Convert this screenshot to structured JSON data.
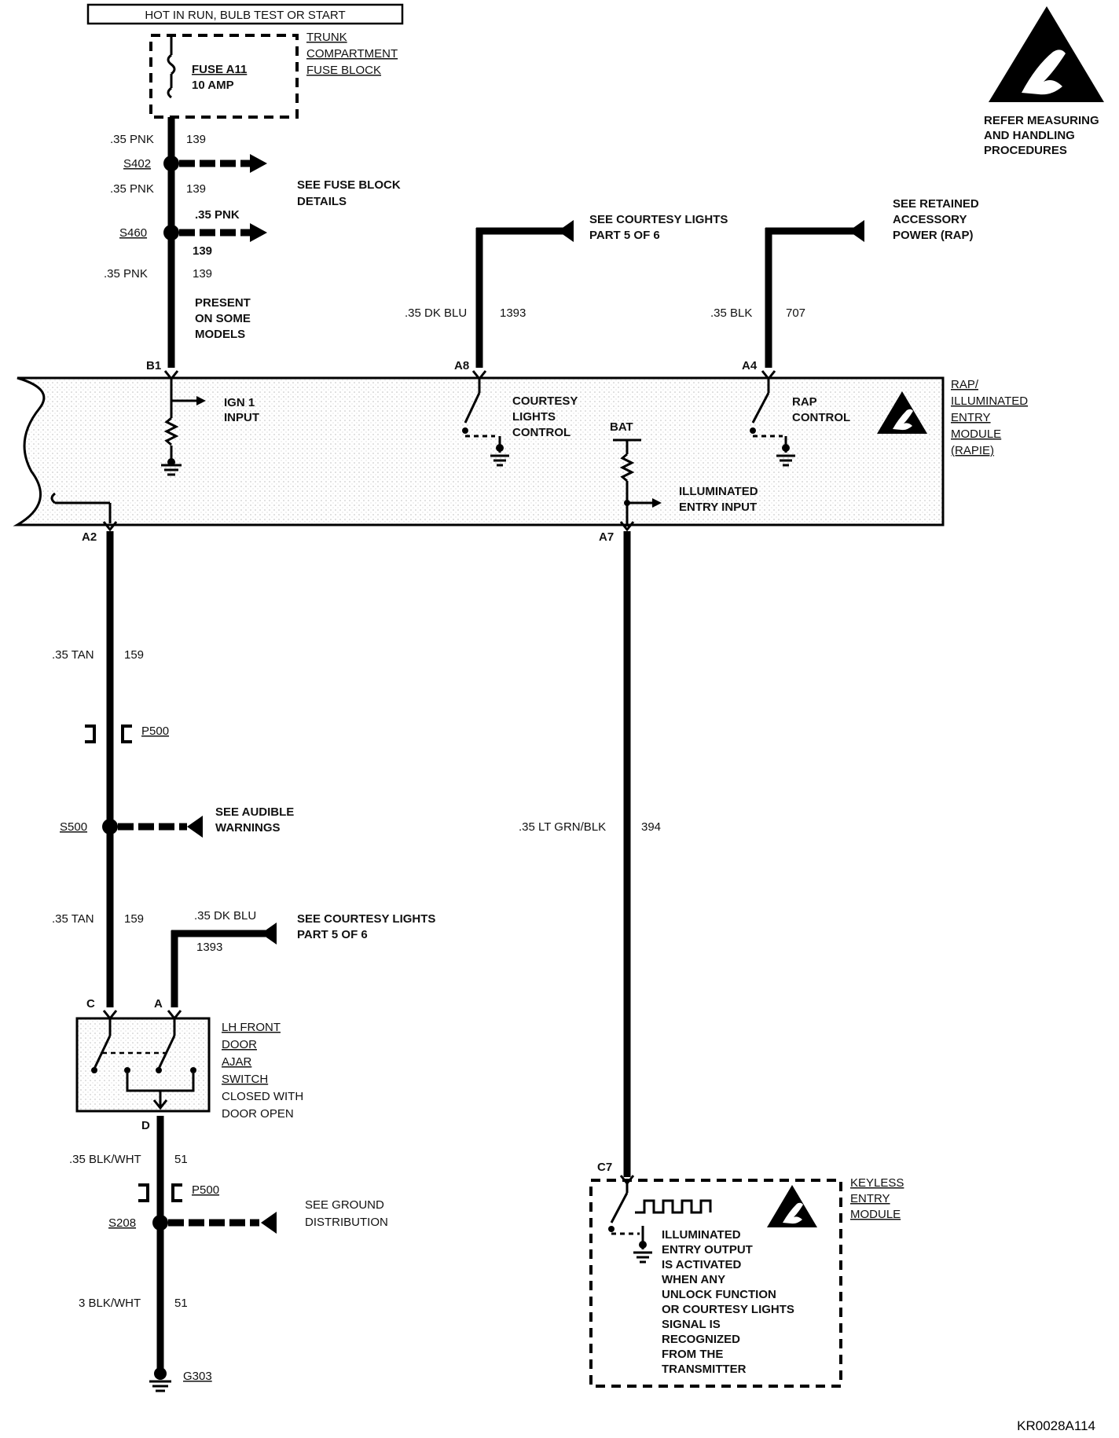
{
  "header": {
    "power_label": "HOT IN RUN,  BULB TEST OR START"
  },
  "fuse_block": {
    "title": [
      "TRUNK",
      "COMPARTMENT",
      "FUSE BLOCK"
    ],
    "fuse_name": "FUSE A11",
    "fuse_rating": "10 AMP"
  },
  "esd_note": [
    "REFER MEASURING",
    "AND HANDLING",
    "PROCEDURES"
  ],
  "top_wires": {
    "wire1_gauge": ".35 PNK",
    "wire1_circuit": "139",
    "s402": "S402",
    "wire2_gauge": ".35 PNK",
    "wire2_circuit": "139",
    "fuse_block_details": [
      "SEE FUSE BLOCK",
      "DETAILS"
    ],
    "s460": "S460",
    "s460_gauge": ".35 PNK",
    "s460_circuit": "139",
    "wire3_gauge": ".35 PNK",
    "wire3_circuit": "139",
    "present_note": [
      "PRESENT",
      "ON SOME",
      "MODELS"
    ]
  },
  "courtesy_ref_top": [
    "SEE COURTESY LIGHTS",
    "PART 5 OF 6"
  ],
  "rap_ref": [
    "SEE RETAINED",
    "ACCESSORY",
    "POWER (RAP)"
  ],
  "a8_wire": {
    "gauge": ".35 DK BLU",
    "circuit": "1393"
  },
  "a4_wire": {
    "gauge": ".35 BLK",
    "circuit": "707"
  },
  "module": {
    "pins": {
      "b1": "B1",
      "a8": "A8",
      "a4": "A4",
      "a2": "A2",
      "a7": "A7"
    },
    "ign_input": [
      "IGN 1",
      "INPUT"
    ],
    "courtesy_control": [
      "COURTESY",
      "LIGHTS",
      "CONTROL"
    ],
    "rap_control": [
      "RAP",
      "CONTROL"
    ],
    "bat": "BAT",
    "illum_input": [
      "ILLUMINATED",
      "ENTRY INPUT"
    ],
    "name": [
      "RAP/",
      "ILLUMINATED",
      "ENTRY",
      "MODULE",
      "(RAPIE)"
    ]
  },
  "left_wires": {
    "tan1_gauge": ".35 TAN",
    "tan1_circuit": "159",
    "p500_a": "P500",
    "s500": "S500",
    "audible_ref": [
      "SEE AUDIBLE",
      "WARNINGS"
    ],
    "tan2_gauge": ".35 TAN",
    "tan2_circuit": "159",
    "dkblu_gauge": ".35 DK BLU",
    "dkblu_circuit": "1393",
    "courtesy_ref_bottom": [
      "SEE COURTESY LIGHTS",
      "PART 5 OF 6"
    ]
  },
  "door_switch": {
    "pin_c": "C",
    "pin_a": "A",
    "pin_d": "D",
    "name": [
      "LH FRONT",
      "DOOR",
      "AJAR",
      "SWITCH"
    ],
    "note": [
      "CLOSED WITH",
      "DOOR OPEN"
    ]
  },
  "ground_wires": {
    "blkwht1_gauge": ".35 BLK/WHT",
    "blkwht1_circuit": "51",
    "p500_b": "P500",
    "s208": "S208",
    "ground_ref": [
      "SEE GROUND",
      "DISTRIBUTION"
    ],
    "blkwht2_gauge": "3 BLK/WHT",
    "blkwht2_circuit": "51",
    "g303": "G303"
  },
  "a7_wire": {
    "gauge": ".35 LT GRN/BLK",
    "circuit": "394"
  },
  "keyless": {
    "pin": "C7",
    "name": [
      "KEYLESS",
      "ENTRY",
      "MODULE"
    ],
    "note": [
      "ILLUMINATED",
      "ENTRY OUTPUT",
      "IS ACTIVATED",
      "WHEN ANY",
      "UNLOCK FUNCTION",
      "OR COURTESY LIGHTS",
      "SIGNAL IS",
      "RECOGNIZED",
      "FROM THE",
      "TRANSMITTER"
    ]
  },
  "figure_code": "KR0028A114"
}
